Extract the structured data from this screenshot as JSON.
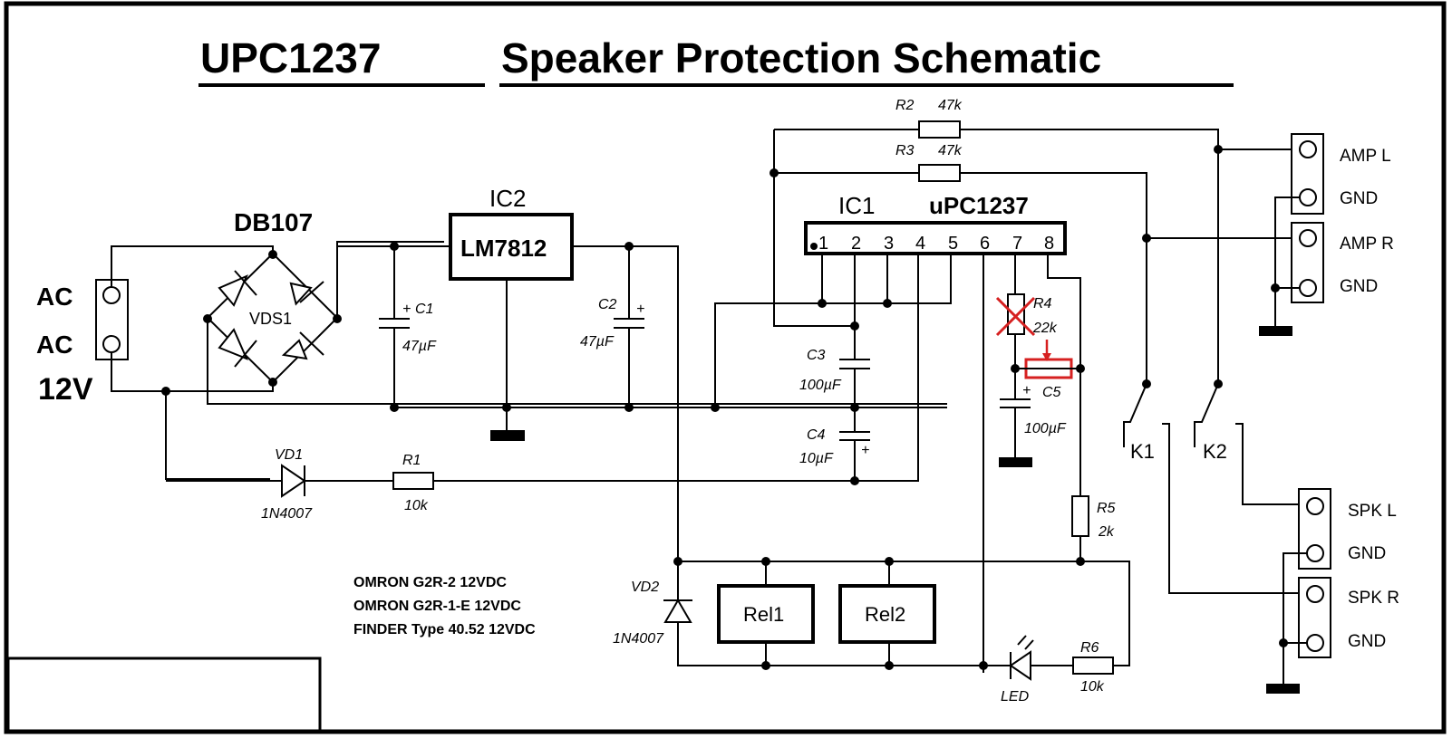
{
  "title": {
    "part1": "UPC1237",
    "part2": "Speaker Protection Schematic"
  },
  "power_input": {
    "labels": [
      "AC",
      "AC"
    ],
    "voltage": "12V"
  },
  "bridge": {
    "name": "DB107",
    "ref": "VDS1"
  },
  "regulator": {
    "ref": "IC2",
    "part": "LM7812"
  },
  "ic1": {
    "ref": "IC1",
    "part": "uPC1237",
    "pins": [
      "1",
      "2",
      "3",
      "4",
      "5",
      "6",
      "7",
      "8"
    ]
  },
  "capacitors": [
    {
      "ref": "C1",
      "value": "47µF",
      "polar": "+"
    },
    {
      "ref": "C2",
      "value": "47µF",
      "polar": "+"
    },
    {
      "ref": "C3",
      "value": "100µF"
    },
    {
      "ref": "C4",
      "value": "10µF",
      "polar": "+"
    },
    {
      "ref": "C5",
      "value": "100µF",
      "polar": "+"
    }
  ],
  "resistors": [
    {
      "ref": "R1",
      "value": "10k"
    },
    {
      "ref": "R2",
      "value": "47k"
    },
    {
      "ref": "R3",
      "value": "47k"
    },
    {
      "ref": "R4",
      "value": "22k",
      "status": "crossed-out"
    },
    {
      "ref": "R5",
      "value": "2k"
    },
    {
      "ref": "R6",
      "value": "10k"
    }
  ],
  "diodes": [
    {
      "ref": "VD1",
      "part": "1N4007"
    },
    {
      "ref": "VD2",
      "part": "1N4007"
    },
    {
      "ref": "LED",
      "part": "LED"
    }
  ],
  "relays": [
    {
      "label": "Rel1"
    },
    {
      "label": "Rel2"
    }
  ],
  "switches": [
    {
      "label": "K1"
    },
    {
      "label": "K2"
    }
  ],
  "connectors": {
    "amp": [
      "AMP L",
      "GND",
      "AMP R",
      "GND"
    ],
    "spk": [
      "SPK L",
      "GND",
      "SPK R",
      "GND"
    ]
  },
  "relay_notes": [
    "OMRON  G2R-2 12VDC",
    "OMRON  G2R-1-E  12VDC",
    "FINDER  Type 40.52  12VDC"
  ],
  "colors": {
    "line": "#000000",
    "annotation": "#d62020",
    "background": "#ffffff"
  }
}
